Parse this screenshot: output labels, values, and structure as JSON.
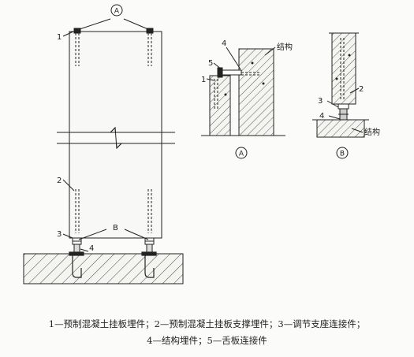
{
  "figure": {
    "main": {
      "callout_a": "A",
      "callout_b": "B",
      "label_1": "1",
      "label_2": "2",
      "label_3": "3",
      "label_4": "4"
    },
    "detail_a": {
      "label_1": "1",
      "label_4": "4",
      "label_5": "5",
      "label_structure": "结构",
      "id": "A"
    },
    "detail_b": {
      "label_2": "2",
      "label_3": "3",
      "label_4": "4",
      "label_structure": "结构",
      "id": "B"
    }
  },
  "caption": {
    "line1": "1—预制混凝土挂板埋件；2—预制混凝土挂板支撑埋件；3—调节支座连接件；",
    "line2": "4—结构埋件；5—舌板连接件"
  }
}
